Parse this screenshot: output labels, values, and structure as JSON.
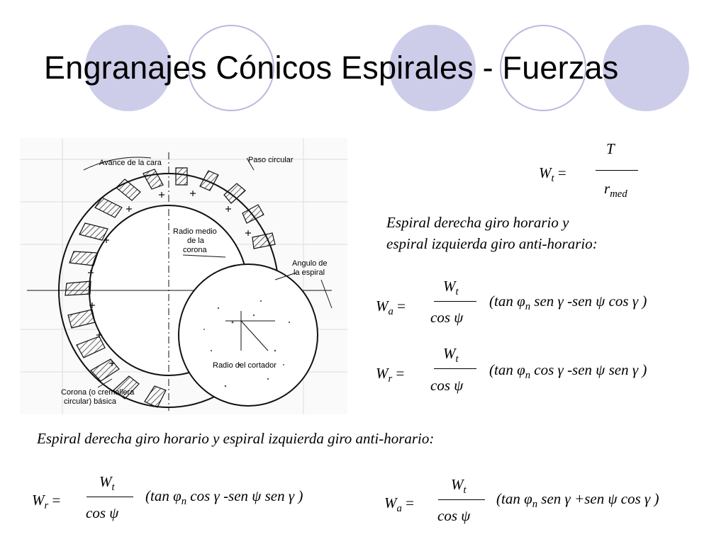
{
  "title": "Engranajes Cónicos Espirales - Fuerzas",
  "figure": {
    "labels": {
      "face_advance": "Avance de la cara",
      "circular_pitch": "Paso circular",
      "mean_radius_1": "Radio medio",
      "mean_radius_2": "de la",
      "mean_radius_3": "corona",
      "spiral_angle_1": "Angulo de",
      "spiral_angle_2": "la espiral",
      "cutter_radius": "Radio del cortador",
      "crown_1": "Corona (o cremallera",
      "crown_2": "circular) básica"
    }
  },
  "eq_wt": {
    "lhs": "W",
    "lhs_sub": "t",
    "eq": "=",
    "num": "T",
    "den": "r",
    "den_sub": "med"
  },
  "right_condition": {
    "line1": "Espiral derecha giro horario y",
    "line2": "espiral izquierda giro anti-horario:"
  },
  "eq_wa_right": {
    "lhs": "W",
    "lhs_sub": "a",
    "eq": "=",
    "num": "W",
    "num_sub": "t",
    "den": "cos ψ",
    "par_a": "(tan φ",
    "par_sub": "n",
    "par_b": " sen γ -sen ψ cos γ )"
  },
  "eq_wr_right": {
    "lhs": "W",
    "lhs_sub": "r",
    "eq": "=",
    "num": "W",
    "num_sub": "t",
    "den": "cos ψ",
    "par_a": "(tan φ",
    "par_sub": "n",
    "par_b": " cos γ -sen ψ sen γ )"
  },
  "bottom_condition": "Espiral derecha giro horario y espiral izquierda giro anti-horario:",
  "eq_wr_bottom": {
    "lhs": "W",
    "lhs_sub": "r",
    "eq": "=",
    "num": "W",
    "num_sub": "t",
    "den": "cos ψ",
    "par_a": "(tan φ",
    "par_sub": "n",
    "par_b": " cos γ -sen ψ sen γ )"
  },
  "eq_wa_bottom": {
    "lhs": "W",
    "lhs_sub": "a",
    "eq": "=",
    "num": "W",
    "num_sub": "t",
    "den": "cos ψ",
    "par_a": "(tan φ",
    "par_sub": "n",
    "par_b": " sen γ +sen ψ cos γ )"
  }
}
